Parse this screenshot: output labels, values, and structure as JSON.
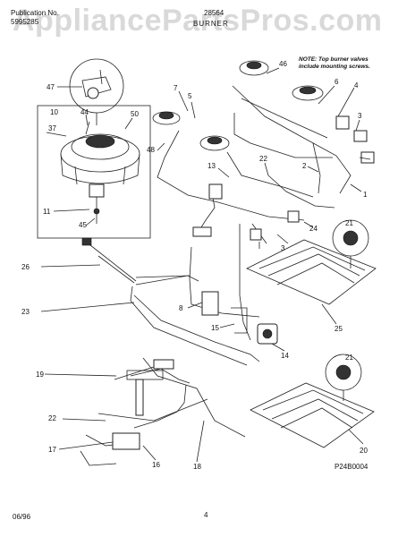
{
  "header": {
    "publication_label": "Publication No.",
    "publication_number": "5995285",
    "model": "28564",
    "section": "BURNER"
  },
  "watermark": "AppliancePartsPros.com",
  "note": {
    "line1": "NOTE: Top burner valves",
    "line2": "include mounting screws."
  },
  "callouts": [
    "47",
    "10",
    "44",
    "50",
    "37",
    "48",
    "11",
    "45",
    "7",
    "5",
    "46",
    "6",
    "4",
    "3",
    "2",
    "13",
    "22",
    "1",
    "21",
    "24",
    "26",
    "23",
    "8",
    "15",
    "14",
    "25",
    "19",
    "22",
    "17",
    "16",
    "18",
    "20",
    "21",
    "3"
  ],
  "diagram_code": "P24B0004",
  "footer": {
    "date": "06/96",
    "page": "4"
  },
  "colors": {
    "line": "#222222",
    "background": "#ffffff"
  }
}
